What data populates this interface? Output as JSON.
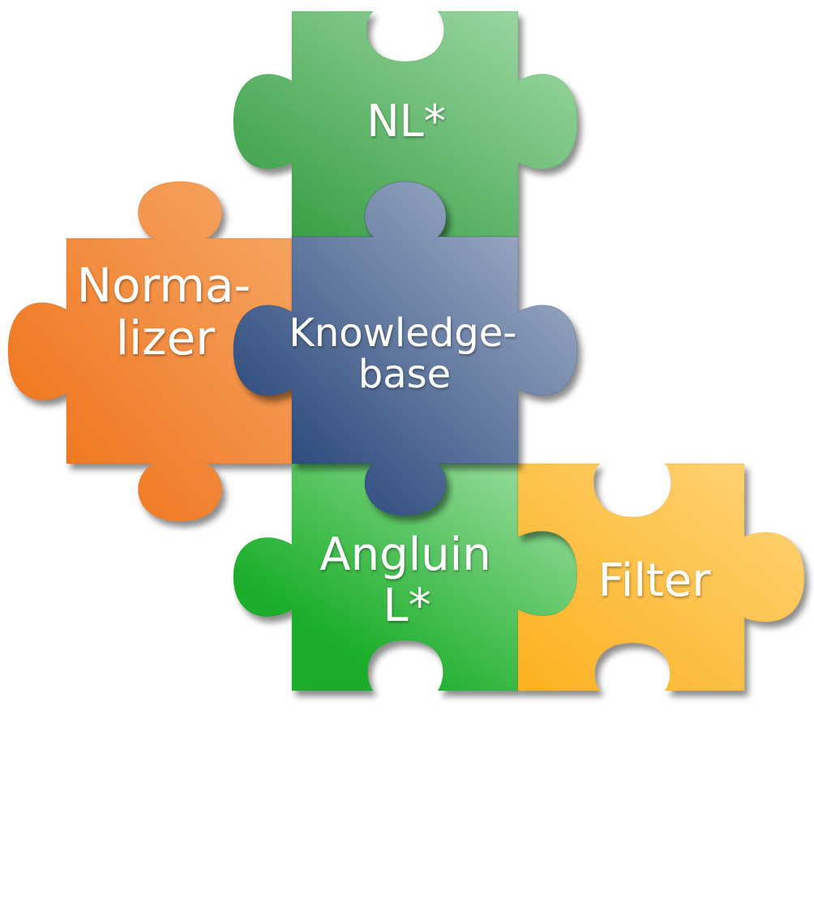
{
  "pieces": {
    "nl_star": {
      "lines": [
        "NL*"
      ],
      "color_top": "#a3dba9",
      "color_bottom": "#2f9a3c"
    },
    "normalizer": {
      "lines": [
        "Norma-",
        "lizer"
      ],
      "color_top": "#f6a867",
      "color_bottom": "#ee6d12"
    },
    "knowledge_base": {
      "lines": [
        "Knowledge-",
        "base"
      ],
      "color_top": "#b0bbd2",
      "color_bottom": "#2b4a7c"
    },
    "angluin": {
      "lines": [
        "Angluin",
        "L*"
      ],
      "color_top": "#a4e0a6",
      "color_bottom": "#1aae29"
    },
    "filter": {
      "lines": [
        "Filter"
      ],
      "color_top": "#ffd57a",
      "color_bottom": "#fbb11f"
    }
  }
}
